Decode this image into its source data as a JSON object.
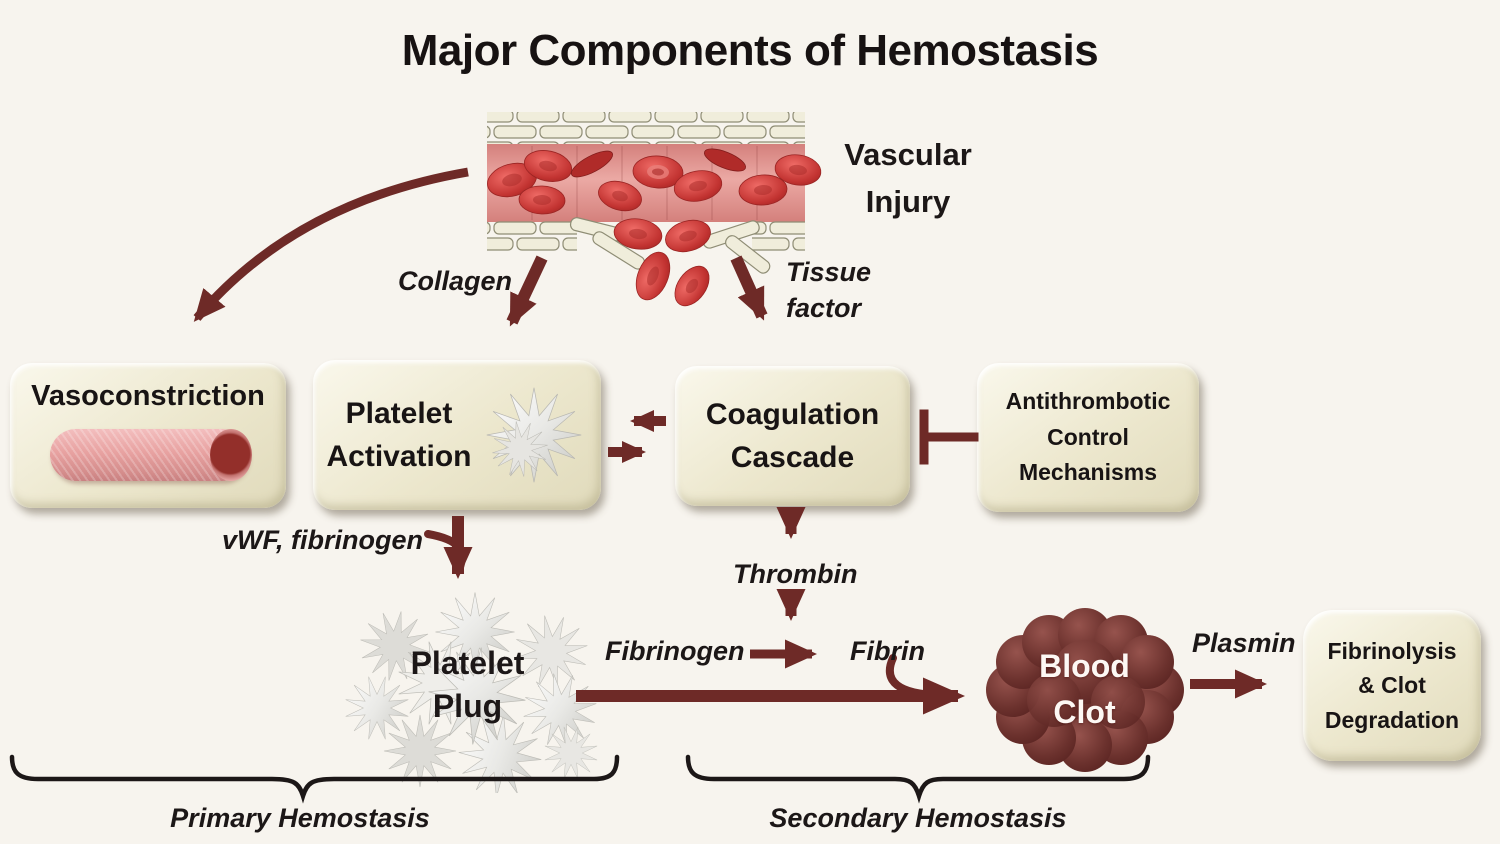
{
  "title": "Major Components of Hemostasis",
  "colors": {
    "background": "#f7f4ee",
    "box_fill": "#ebe6cc",
    "arrow_maroon": "#6e2a27",
    "brace_black": "#1c1717",
    "text": "#181414",
    "blood_clot": "#6b312d",
    "red_blood_cell": "#c23331",
    "vessel_tube_pink": "#e8a3a1"
  },
  "vascular_injury": {
    "line1": "Vascular",
    "line2": "Injury"
  },
  "labels": {
    "collagen": "Collagen",
    "tissue_factor_line1": "Tissue",
    "tissue_factor_line2": "factor",
    "vwf_fibrinogen": "vWF, fibrinogen",
    "thrombin": "Thrombin",
    "fibrinogen": "Fibrinogen",
    "fibrin": "Fibrin",
    "plasmin": "Plasmin"
  },
  "boxes": {
    "vasoconstriction": {
      "label": "Vasoconstriction"
    },
    "platelet_activation": {
      "line1": "Platelet",
      "line2": "Activation"
    },
    "coagulation_cascade": {
      "line1": "Coagulation",
      "line2": "Cascade"
    },
    "antithrombotic_control": {
      "line1": "Antithrombotic",
      "line2": "Control",
      "line3": "Mechanisms"
    },
    "fibrinolysis": {
      "line1": "Fibrinolysis",
      "line2": "& Clot",
      "line3": "Degradation"
    }
  },
  "nodes": {
    "platelet_plug": {
      "line1": "Platelet",
      "line2": "Plug"
    },
    "blood_clot": {
      "line1": "Blood",
      "line2": "Clot"
    }
  },
  "braces": {
    "primary": "Primary Hemostasis",
    "secondary": "Secondary Hemostasis"
  }
}
